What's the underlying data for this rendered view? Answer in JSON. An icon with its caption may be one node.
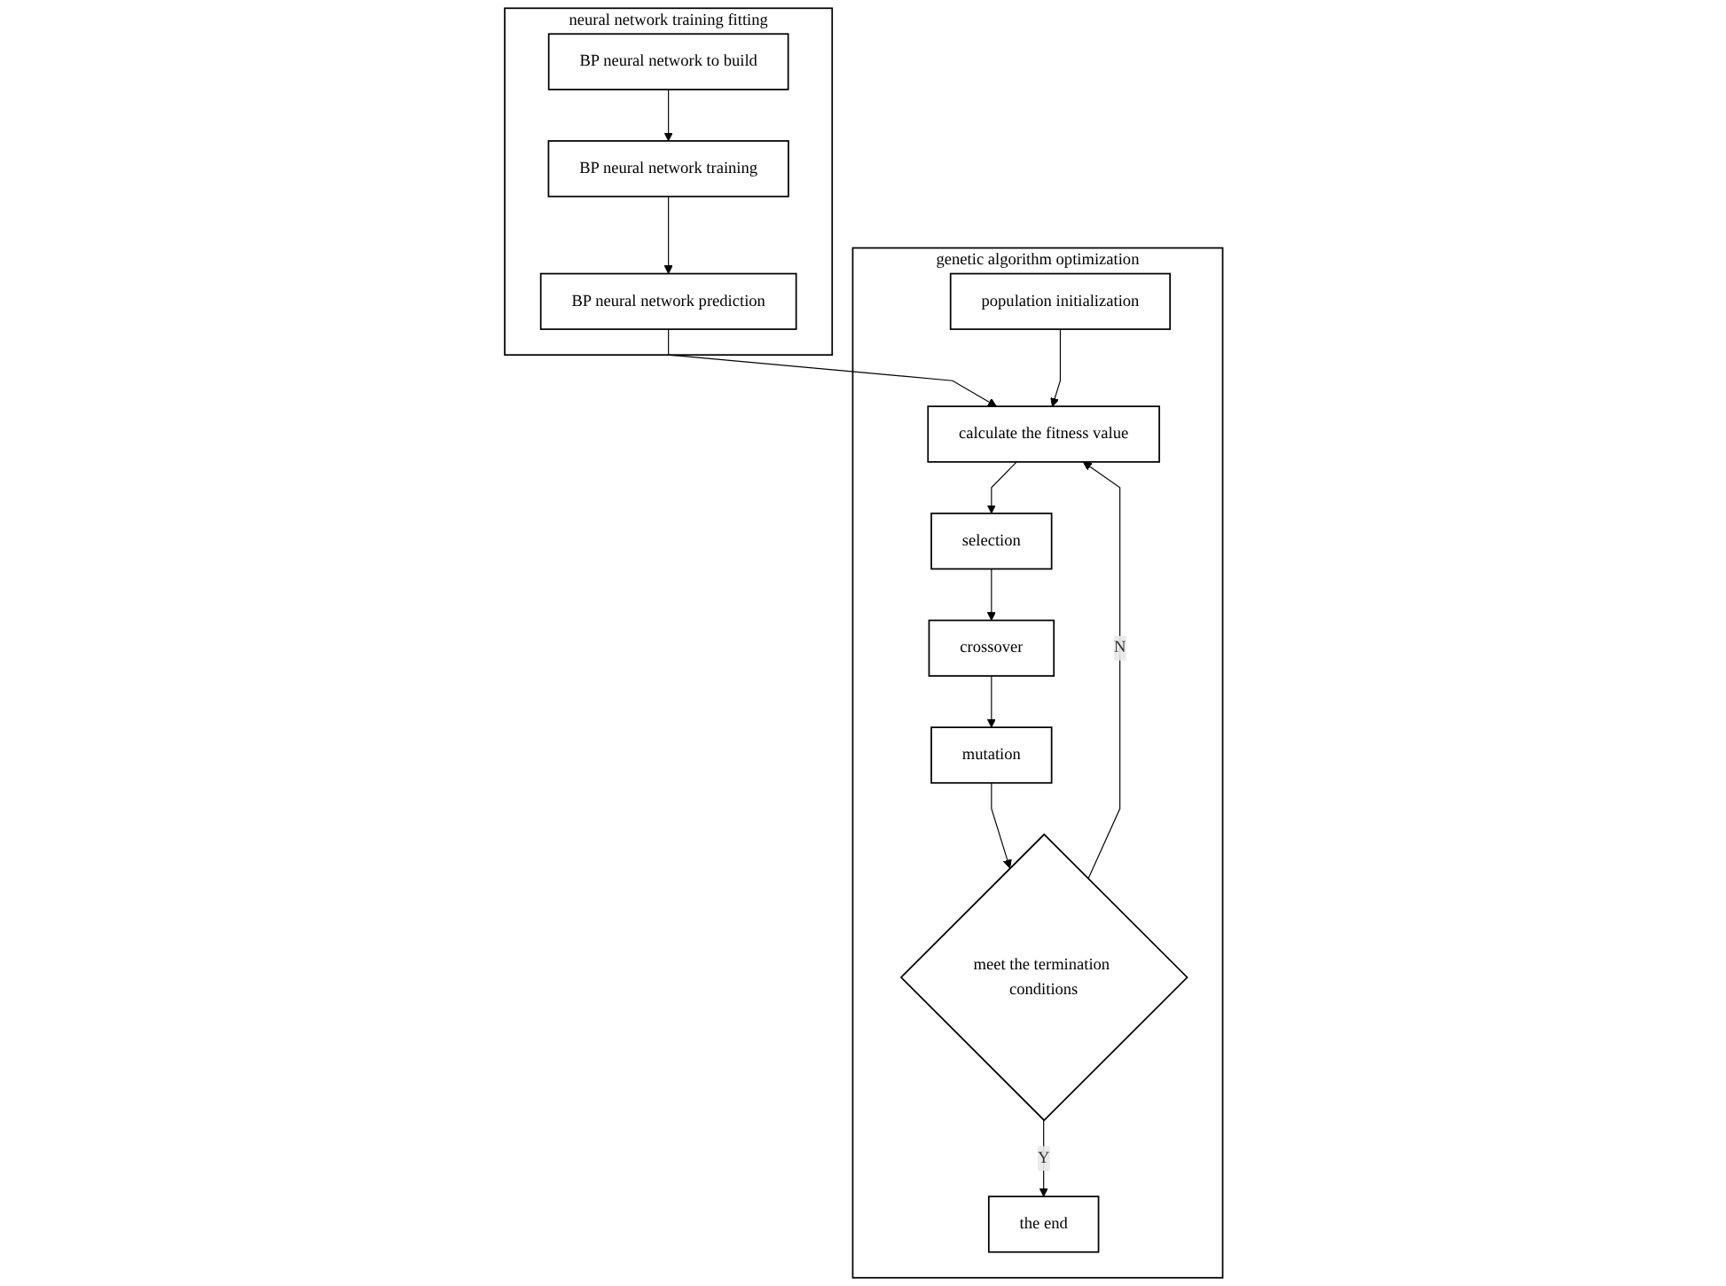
{
  "diagram": {
    "nodes": [
      {
        "text": [
          "neural network training fitting"
        ]
      },
      {
        "text": [
          "BP neural network to build"
        ],
        "in": 0
      },
      {
        "text": [
          "BP neural network training"
        ],
        "in": 0
      },
      {
        "text": [
          "BP neural network prediction"
        ],
        "in": 0
      },
      {
        "text": [
          "genetic algorithm optimization"
        ]
      },
      {
        "text": [
          "population initialization"
        ],
        "in": 4
      },
      {
        "text": [
          "calculate the fitness value"
        ],
        "in": 4
      },
      {
        "text": [
          "selection"
        ],
        "in": 4
      },
      {
        "text": [
          "crossover"
        ],
        "in": 4
      },
      {
        "text": [
          "mutation"
        ],
        "in": 4
      },
      {
        "text": [
          "meet the termination conditions"
        ],
        "in": 4
      },
      {
        "text": [
          "the end"
        ],
        "in": 4
      }
    ],
    "edges": [
      {
        "from": 1,
        "to": 2,
        "arrow": "to"
      },
      {
        "from": 2,
        "to": 3,
        "arrow": "to"
      },
      {
        "from": 3,
        "to": 6,
        "arrow": "to"
      },
      {
        "from": 5,
        "to": 6,
        "arrow": "to"
      },
      {
        "from": 6,
        "to": 7,
        "arrow": "to"
      },
      {
        "from": 7,
        "to": 8,
        "arrow": "to"
      },
      {
        "from": 8,
        "to": 9,
        "arrow": "to"
      },
      {
        "from": 9,
        "to": 10,
        "arrow": "to"
      },
      {
        "from": 10,
        "to": 6,
        "label": "N",
        "arrow": "to"
      },
      {
        "from": 10,
        "to": 11,
        "label": "Y",
        "arrow": "to"
      }
    ]
  }
}
